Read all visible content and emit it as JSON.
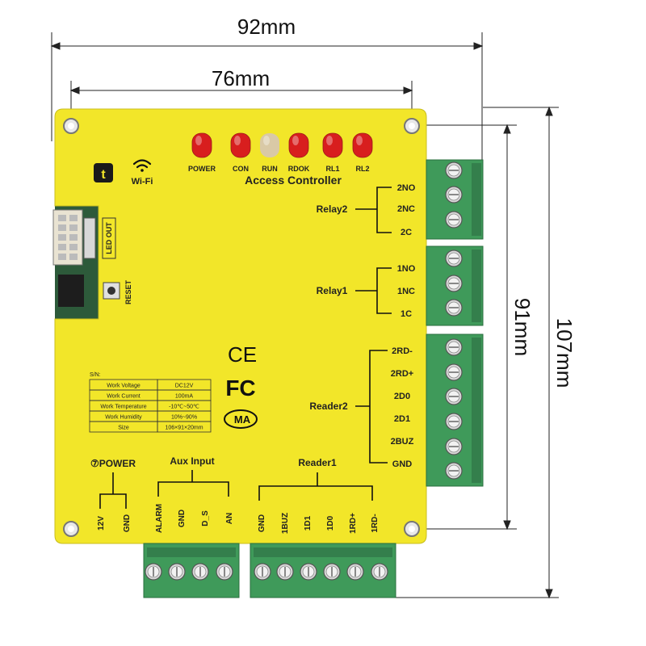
{
  "dimensions": {
    "width_outer": "92mm",
    "width_inner": "76mm",
    "height_inner": "91mm",
    "height_outer": "107mm"
  },
  "board": {
    "title": "Access Controller",
    "wifi_label": "Wi-Fi",
    "app_icon_letter": "t",
    "led_out_label": "LED OUT",
    "reset_label": "RESET",
    "leds": [
      "POWER",
      "CON",
      "RUN",
      "RDOK",
      "RL1",
      "RL2"
    ],
    "colors": {
      "board": "#f2e629",
      "pcb": "#2d5a3a",
      "terminal": "#3f9a5a",
      "led_red": "#d81e1e",
      "led_run": "#d9c9a6"
    }
  },
  "relay2": {
    "label": "Relay2",
    "pins": [
      "2NO",
      "2NC",
      "2C"
    ]
  },
  "relay1": {
    "label": "Relay1",
    "pins": [
      "1NO",
      "1NC",
      "1C"
    ]
  },
  "reader2": {
    "label": "Reader2",
    "pins": [
      "2RD-",
      "2RD+",
      "2D0",
      "2D1",
      "2BUZ",
      "GND"
    ]
  },
  "power": {
    "label": "⑦POWER",
    "pins": [
      "12V",
      "GND"
    ]
  },
  "aux_input": {
    "label": "Aux Input",
    "pins": [
      "ALARM",
      "GND",
      "D_S",
      "AN"
    ]
  },
  "reader1": {
    "label": "Reader1",
    "pins": [
      "GND",
      "1BUZ",
      "1D1",
      "1D0",
      "1RD+",
      "1RD-"
    ]
  },
  "certifications": {
    "ce": "CE",
    "fc": "FC",
    "cma": "MA"
  },
  "spec_table": {
    "heading": "S/N:",
    "rows": [
      [
        "Work Voltage",
        "DC12V"
      ],
      [
        "Work Current",
        "100mA"
      ],
      [
        "Work Temperature",
        "-10℃~50℃"
      ],
      [
        "Work Humidity",
        "10%~90%"
      ],
      [
        "Size",
        "106×91×20mm"
      ]
    ]
  }
}
